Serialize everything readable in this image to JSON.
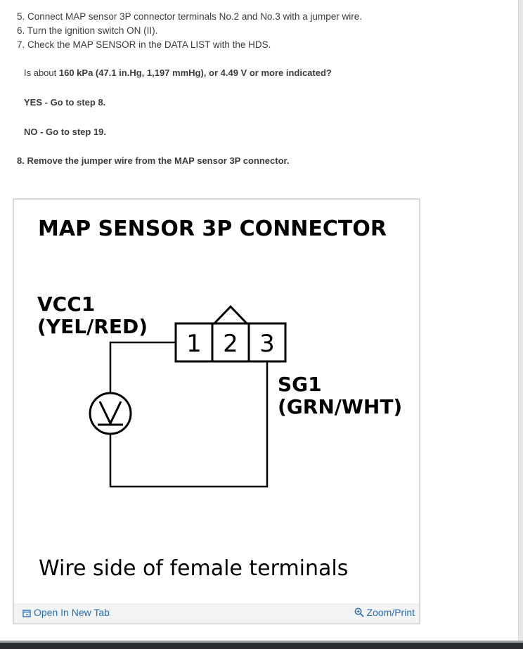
{
  "steps": [
    "5. Connect MAP sensor 3P connector terminals No.2 and No.3 with a jumper wire.",
    "6. Turn the ignition switch ON (II).",
    "7. Check the MAP SENSOR in the DATA LIST with the HDS."
  ],
  "question": {
    "prefix": "Is about ",
    "bold": "160 kPa (47.1 in.Hg, 1,197 mmHg), or 4.49 V or more indicated?"
  },
  "yes_text": "YES - Go to step 8.",
  "no_text": "NO - Go to step 19.",
  "step8": "8. Remove the jumper wire from the MAP sensor 3P connector.",
  "diagram": {
    "title": "MAP SENSOR 3P CONNECTOR",
    "vcc_label": "VCC1",
    "vcc_color": "(YEL/RED)",
    "terminals": [
      "1",
      "2",
      "3"
    ],
    "sg_label": "SG1",
    "sg_color": "(GRN/WHT)",
    "caption": "Wire side of female terminals"
  },
  "footer": {
    "open_label": "Open In New Tab",
    "zoom_label": "Zoom/Print"
  },
  "colors": {
    "link": "#2a6fb0",
    "text": "#3c3c3c"
  }
}
